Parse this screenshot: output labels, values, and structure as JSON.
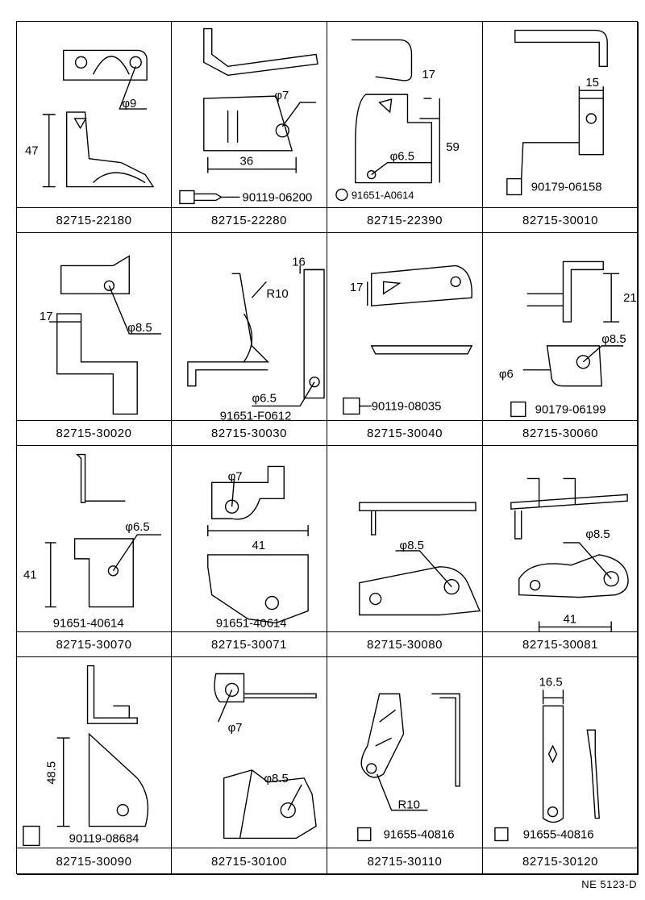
{
  "footer_code": "NE 5123-D",
  "cells": [
    {
      "part": "82715-22180",
      "labels": [
        "φ9",
        "47"
      ]
    },
    {
      "part": "82715-22280",
      "labels": [
        "φ7",
        "36",
        "90119-06200"
      ]
    },
    {
      "part": "82715-22390",
      "labels": [
        "17",
        "59",
        "φ6.5",
        "91651-A0614"
      ]
    },
    {
      "part": "82715-30010",
      "labels": [
        "15",
        "90179-06158"
      ]
    },
    {
      "part": "82715-30020",
      "labels": [
        "17",
        "φ8.5"
      ]
    },
    {
      "part": "82715-30030",
      "labels": [
        "16",
        "R10",
        "φ6.5",
        "91651-F0612"
      ]
    },
    {
      "part": "82715-30040",
      "labels": [
        "17",
        "90119-08035"
      ]
    },
    {
      "part": "82715-30060",
      "labels": [
        "21",
        "φ8.5",
        "φ6",
        "90179-06199"
      ]
    },
    {
      "part": "82715-30070",
      "labels": [
        "φ6.5",
        "41",
        "91651-40614"
      ]
    },
    {
      "part": "82715-30071",
      "labels": [
        "φ7",
        "41",
        "91651-40614"
      ]
    },
    {
      "part": "82715-30080",
      "labels": [
        "φ8.5"
      ]
    },
    {
      "part": "82715-30081",
      "labels": [
        "φ8.5",
        "41"
      ]
    },
    {
      "part": "82715-30090",
      "labels": [
        "48.5",
        "90119-08684"
      ]
    },
    {
      "part": "82715-30100",
      "labels": [
        "φ7",
        "φ8.5"
      ]
    },
    {
      "part": "82715-30110",
      "labels": [
        "R10",
        "91655-40816"
      ]
    },
    {
      "part": "82715-30120",
      "labels": [
        "16.5",
        "91655-40816"
      ]
    }
  ]
}
